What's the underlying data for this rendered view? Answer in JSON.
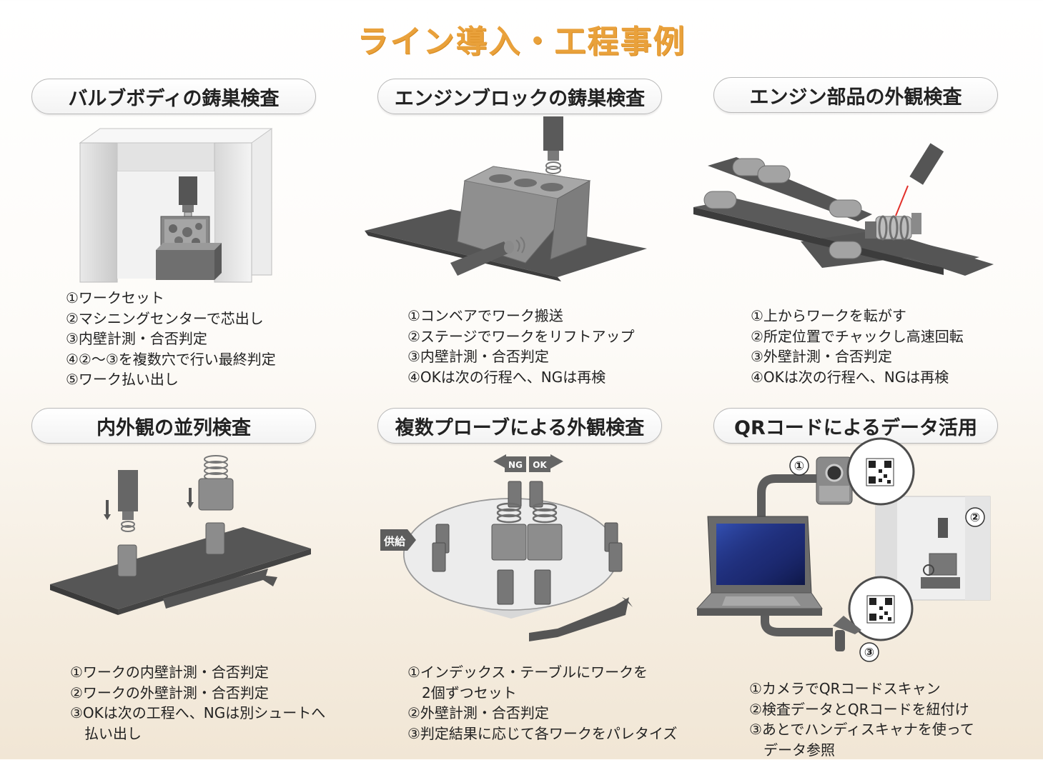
{
  "title": "ライン導入・工程事例",
  "panels": [
    {
      "heading": "バルブボディの鋳巣検査",
      "steps": [
        "①ワークセット",
        "②マシニングセンターで芯出し",
        "③内壁計測・合否判定",
        "④②～③を複数穴で行い最終判定",
        "⑤ワーク払い出し"
      ]
    },
    {
      "heading": "エンジンブロックの鋳巣検査",
      "steps": [
        "①コンベアでワーク搬送",
        "②ステージでワークをリフトアップ",
        "③内壁計測・合否判定",
        "④OKは次の行程へ、NGは再検"
      ]
    },
    {
      "heading": "エンジン部品の外観検査",
      "steps": [
        "①上からワークを転がす",
        "②所定位置でチャックし高速回転",
        "③外壁計測・合否判定",
        "④OKは次の行程へ、NGは再検"
      ]
    },
    {
      "heading": "内外観の並列検査",
      "steps": [
        "①ワークの内壁計測・合否判定",
        "②ワークの外壁計測・合否判定",
        "③OKは次の工程へ、NGは別シュートへ",
        "　払い出し"
      ]
    },
    {
      "heading": "複数プローブによる外観検査",
      "steps": [
        "①インデックス・テーブルにワークを",
        "　2個ずつセット",
        "②外壁計測・合否判定",
        "③判定結果に応じて各ワークをパレタイズ"
      ]
    },
    {
      "heading": "QRコードによるデータ活用",
      "steps": [
        "①カメラでQRコードスキャン",
        "②検査データとQRコードを紐付け",
        "③あとでハンディスキャナを使って",
        "　データ参照"
      ]
    }
  ],
  "labels": {
    "ng": "NG",
    "ok": "OK",
    "supply": "供給",
    "qr_1": "①",
    "qr_2": "②",
    "qr_3": "③"
  }
}
